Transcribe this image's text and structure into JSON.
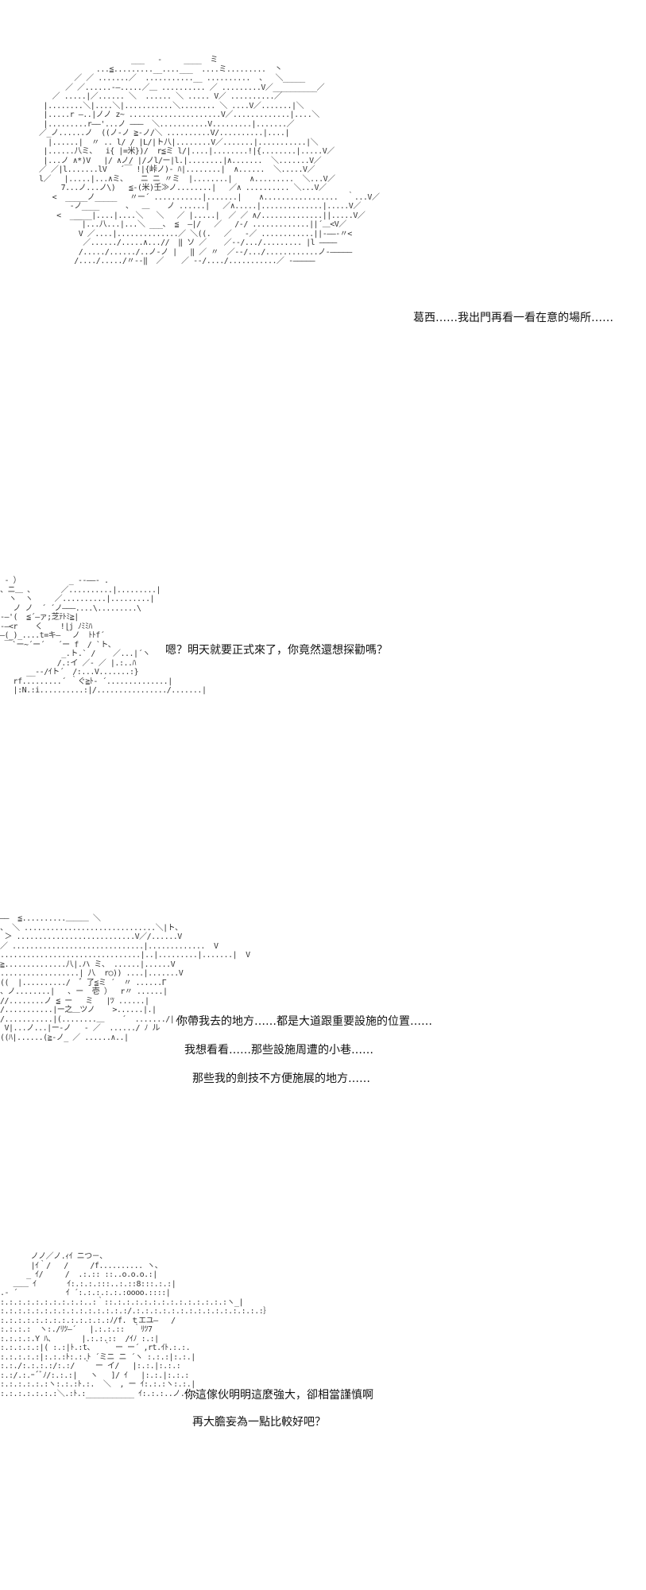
{
  "scenes": [
    {
      "art": "                       ___   -     ____  ミ\n               ...≦.........__....___  ....ミ.........  丶\n          ／ ／ .......／  ...........__ ..........  、  ＼_____\n        ／ ／......-―.....／＿ .......... ／ .........V／__________／\n     ／ .....|／...... ＼  ...... ＼ ..... V／ ..........／\n   |........＼|....＼|...........＼........ ＼ ....V／.......|＼\n   |.....r ―..|ノノ z~ .....................V／.............|....＼\n   |.........r――'...ノ ―――  ＼...........V.........|.......／\n  ／_ノ......ノ  ((ノ-ノ ≧-ノ/＼ ..........V/..........|....|\n    |......|  〃 .. l/ / |L/|ト八|........V／.......|...........|＼\n   |......八ミ、  i{ |=米})/  r≦ミ l/|....|........!|{........|.....V／\n   |...ノ ∧*)V   |/ ∧ノ/ |/ノl/ー|l.|........|∧.......  ＼.......V／\n  ／ ／|l.......lV   ´￣ !|{峠ノ)- ﾊ|........|  ∧......  ＼.....V／\n  l／   |.....|...∧ミ、   ニ ニ 〃ミ  |........|    ∧.........  ＼...V／\n       7...ノ...ノ\\)   ≦-(米)壬≫ノ........|   ／∧ .......... ＼...V／\n     <  _____ノ_____   〃ー´ ...........|.......|    ∧.................  ｀...V／\n         ‐ノ____      、  ＿    ノ ......|   ／∧.....|..............|.....V／\n      <  _____|....|....＼   ＼   ／ |.....|  ／ ／ ∧/..............||.....V／\n          ￣|...八...|...＼ ___、 ≦  ―|/   ／   /‐/ .............||´＿<V／\n           V ／....|..............／ ＼((.   ／   ‐／ ............||-――‐〃<\n            ／....../.....∧...//  ‖ ソ ／    ／--/.../......... |l ――――\n           /...../....../..ノ-ノ |   ‖ ／ 〃  ／--/.../............ノ-―――――\n          /..../...../〃--‖  ／    ／ --/..../...........／ ‐―――――",
      "lines": [
        "葛西……我出門再看一看在意的場所……"
      ]
    },
    {
      "art": " ‐ ）           _ --――- .\n、ニ＿ 、      ／..........|.........|\n  ヽ  ヽ     ／..........|.........|\n   ノ ノ  ´ ´ノ―――....\\.........\\\n‐―'(  ≦´―ァ;芝ﾃﾄﾐ≧|\n‐―<r    く    !|j ﾉﾐﾐﾊ\n―(_)_....t=キ― ｀ノ  ﾄﾄf´\n ￣`ー~´ー´   ´ー f  / `ト、\n              _.ト.` /    ／...|´ヽ\n             /.:イ ／- ／ |.:..ﾊ\n      __--/ｲト´  /:...V.......:}\n   rf.........´ ｀ぐ≧ﾄ‐ ´..............|\n   |:N.:i..........:|/................/.......|",
      "lines": [
        "嗯？明天就要正式來了，你竟然還想探勸嗎？"
      ]
    },
    {
      "art": "――  ≦..........＿＿＿ ＼\n、 ＼ ..............................＼|ト、\n ＞ ...........................V／/......V\n／ ..............................|.............  V\n................................|..|.........|.......|  V\n≧..............八|.ハ ミ、 ......|......V\n..................| 八  r○)) ....|.......V\n((  |........../  ゛了≦ミ ´  〃 ......Γ\n、ノ........|   ､ ー  壱 ）  r〃 ......|\n//........ノ ≦ ー   ミ   |ﾂ ......|\n/...........|ー之＿ツノ    >......|.|\n/...........|(........＿    ´  ......./|.|\n V|...ノ...|ー-ノ   ‐ ／  ....../ ﾉ ル\n((ﾊ|......(≧-ノ_ ／ ......∧..|",
      "lines": [
        "你帶我去的地方……都是大道跟重要設施的位置……",
        "我想看看……那些設施周遭的小巷……",
        "那些我的劍技不方便施展的地方……"
      ]
    },
    {
      "art": "       ノノ／ノ.ｨｲ ニつ－、\n       |ｲ｀/   /     /f.......... ヽ、\n      _ ｲ/     /  .:.:: ::..o.o.o.:|\n   ＿＿ ｲ       ｲ:.:.:.:::..:.::8:::.:.:|\n.‐ ´           ｲ ´:.:.:.:.:.:oooo.::::|\n:.:.:.:.:.:.:.:.:.:..:｀::.:.:.:.:.:.:.:.:.:.:.:.:.:ヽ_|\n:.:.:.:.:.:.:.:.:.:.:.:.:.:.:/.:.:.:.:.:.:.:.:.:.:.:.:.:.:.:｝\n:.:.:.:.:.:.:.:.:.:.:.:.:ﾉ/f. ｔエユ―   /\n:.:.:.:  ヽ:./ﾘﾂ―´   |.:.:.::  ｀ﾘﾂ7\n:.:.:.:.Y ﾊ、      |.:.:.::  /ｲﾉ :.:|\n:.:.:.:.:|( :.:|ﾄ.:t、  ｀ ー ー´ ,rt.ｲﾄ.:.:.\n:.:.:.:.:|:.:.:ﾄ:.:.ﾄ ´ミニ ニ ´ヽ :.:.:|:.:.|\n:.:./:.:.:.:/:.:/  ｀ ー イ/   |:.:.|:.:.:\n:.:/.:.ｰ´ﾞﾉ/:.:.:|   ヽ   ]/ ｲ   |:.:.|:.:.:\n:.:.:.:.:.:ヽ:.:.:ﾄ.:.  ＼  , ー ｲ:.:.:ヽ:.:.|\n:.:.:.:.:.:.:＼.:ﾄ.:___________ ｲ:.:.:..ノ.:.:",
      "lines": [
        "你這傢伙明明這麼強大，卻相當謹慎啊",
        "再大膽妄為一點比較好吧？"
      ]
    }
  ]
}
